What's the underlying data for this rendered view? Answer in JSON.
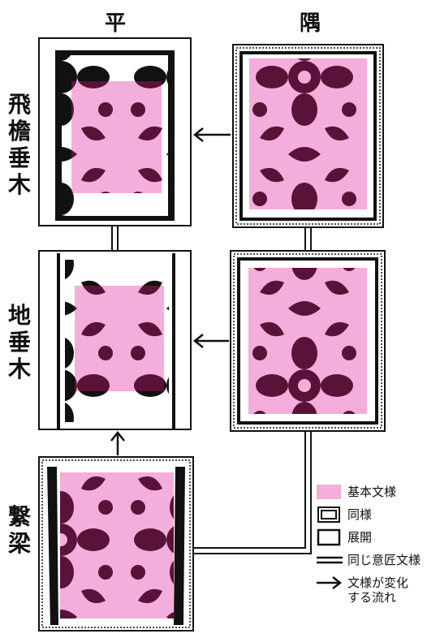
{
  "columns": {
    "hira": "平",
    "sumi": "隅"
  },
  "rows": {
    "hien_taruki": [
      "飛",
      "檐",
      "垂",
      "木"
    ],
    "ji_taruki": [
      "地",
      "垂",
      "木"
    ],
    "tsunagibari": [
      "繋",
      "梁"
    ]
  },
  "legend": {
    "basic_pattern": "基本文様",
    "same_style": "同様",
    "development": "展開",
    "same_design": "同じ意匠文様",
    "pattern_change_1": "文様が変化",
    "pattern_change_2": "する流れ"
  },
  "colors": {
    "pink": "#f4aedb",
    "maroon": "#5a1238",
    "black": "#111111"
  }
}
